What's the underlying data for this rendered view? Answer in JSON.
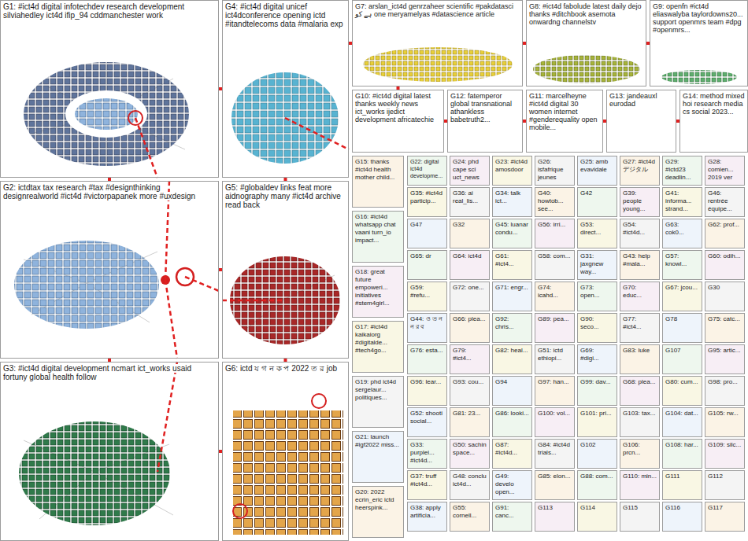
{
  "diagram": {
    "nodes": [
      {
        "text": [
          "G1: #ict4d digital infotechdev research development silviahedley ict4d ifip_94 cddmanchester work"
        ]
      },
      {
        "text": [
          "G2: ictdtax tax research #tax #designthinking designrealworld #ict4d #victorpapanek more #uxdesign"
        ]
      },
      {
        "text": [
          "G3: #ict4d digital development ncmart ict_works usaid fortuny global health follow"
        ]
      },
      {
        "text": [
          "G4: #ict4d digital unicef ict4dconference opening ictd #itandtelecoms data #malaria exp"
        ]
      },
      {
        "text": [
          "G5: #globaldev links feat more aidnography many #ict4d archive read back"
        ]
      },
      {
        "text": [
          "G6: ictd য গ ন ক প 2022 ত র job"
        ]
      },
      {
        "text": [
          "G7: arslan_ict4d genrzaheer scientific #pakdatasci ہے کو one meryamelyas #datascience article"
        ]
      },
      {
        "text": [
          "G8: #ict4d fabolude latest daily dejo thanks #ditchbook asemota onwardng channelstv"
        ]
      },
      {
        "text": [
          "G9: openfn #ict4d eliaswalyba taylordowns20... support openmrs team #dpg #openmrs..."
        ]
      },
      {
        "text": [
          "G10: #ict4d digital latest thanks weekly news ict_works ijedict development africatechie"
        ]
      },
      {
        "text": [
          "G12: fatemperor global transnational athankless babetruth2..."
        ]
      },
      {
        "text": [
          "G11: marcelheyne #ict4d digital 30 women internet #genderequality open mobile..."
        ]
      },
      {
        "text": [
          "G13: jandeauxl eurodad"
        ]
      },
      {
        "text": [
          "G14: method mixed hoi research media cs social 2023..."
        ]
      },
      {
        "text": [
          "G15: thanks #ict4d health mother child..."
        ]
      },
      {
        "text": [
          "G16: #ict4d whatsapp chat vaani turn_io impact..."
        ]
      },
      {
        "text": [
          "G18: great future empoweri... initiatives #stem4girl..."
        ]
      },
      {
        "text": [
          "G17: #ict4d kaikaiorg #digitalde... #tech4go..."
        ]
      },
      {
        "text": [
          "G19: phd ict4d sergelaur... politiques..."
        ]
      },
      {
        "text": [
          "G21: launch #igf2022 miss..."
        ]
      },
      {
        "text": [
          "G20: 2022 ecrin_eric ictd heerspink..."
        ]
      },
      {
        "text": [
          "G22: digital ict4d developme..."
        ]
      },
      {
        "text": [
          "G24: phd cape sci uct_news"
        ]
      },
      {
        "text": [
          "G23: #ict4d amosdoor"
        ]
      },
      {
        "text": [
          "G26: isfafrique jeunes"
        ]
      },
      {
        "text": [
          "G25: amb evavidale"
        ]
      },
      {
        "text": [
          "G27: #ict4d デジタル"
        ]
      },
      {
        "text": [
          "G29: #ictd23 deadlin..."
        ]
      },
      {
        "text": [
          "G28: comien... 2019 ver"
        ]
      },
      {
        "text": [
          "G35: #ict4d particip..."
        ]
      },
      {
        "text": [
          "G36: ai real_lis..."
        ]
      },
      {
        "text": [
          "G34: talk ict..."
        ]
      },
      {
        "text": [
          "G40: howtob... see..."
        ]
      },
      {
        "text": [
          "G42"
        ]
      },
      {
        "text": [
          "G39: people young..."
        ]
      },
      {
        "text": [
          "G41: informa... strand..."
        ]
      },
      {
        "text": [
          "G46: rentrée équipe..."
        ]
      },
      {
        "text": [
          "G47"
        ]
      },
      {
        "text": [
          "G32"
        ]
      },
      {
        "text": [
          "G45: luanar condu..."
        ]
      },
      {
        "text": [
          "G56: irri..."
        ]
      },
      {
        "text": [
          "G53: direct..."
        ]
      },
      {
        "text": [
          "G54: #ict4d..."
        ]
      },
      {
        "text": [
          "G63: cok0..."
        ]
      },
      {
        "text": [
          "G62: prof..."
        ]
      },
      {
        "text": [
          "G65: dr"
        ]
      },
      {
        "text": [
          "G64: ict4d"
        ]
      },
      {
        "text": [
          "G61: #ict4..."
        ]
      },
      {
        "text": [
          "G58: com..."
        ]
      },
      {
        "text": [
          "G31: jaxgnew way..."
        ]
      },
      {
        "text": [
          "G43: help #mala..."
        ]
      },
      {
        "text": [
          "G57: knowl..."
        ]
      },
      {
        "text": [
          "G60: odih..."
        ]
      },
      {
        "text": [
          "G59: #refu..."
        ]
      },
      {
        "text": [
          "G72: one..."
        ]
      },
      {
        "text": [
          "G71: engr..."
        ]
      },
      {
        "text": [
          "G74: icahd..."
        ]
      },
      {
        "text": [
          "G73: open..."
        ]
      },
      {
        "text": [
          "G70: educ..."
        ]
      },
      {
        "text": [
          "G67: jcou..."
        ]
      },
      {
        "text": [
          "G30"
        ]
      },
      {
        "text": [
          "G44: ও ত ন ন র ব"
        ]
      },
      {
        "text": [
          "G66: plea..."
        ]
      },
      {
        "text": [
          "G92: chris..."
        ]
      },
      {
        "text": [
          "G89: pea..."
        ]
      },
      {
        "text": [
          "G90: seco..."
        ]
      },
      {
        "text": [
          "G77: #ict4..."
        ]
      },
      {
        "text": [
          "G78"
        ]
      },
      {
        "text": [
          "G75: catc..."
        ]
      },
      {
        "text": [
          "G76: esta..."
        ]
      },
      {
        "text": [
          "G79: #ict4..."
        ]
      },
      {
        "text": [
          "G82: heal..."
        ]
      },
      {
        "text": [
          "G51: ictd ethiopi..."
        ]
      },
      {
        "text": [
          "G69: #digi..."
        ]
      },
      {
        "text": [
          "G83: luke"
        ]
      },
      {
        "text": [
          "G107"
        ]
      },
      {
        "text": [
          "G95: artic..."
        ]
      },
      {
        "text": [
          "G96: lear..."
        ]
      },
      {
        "text": [
          "G93: cou..."
        ]
      },
      {
        "text": [
          "G94"
        ]
      },
      {
        "text": [
          "G97: han..."
        ]
      },
      {
        "text": [
          "G99: dav..."
        ]
      },
      {
        "text": [
          "G68: plea..."
        ]
      },
      {
        "text": [
          "G80: cum..."
        ]
      },
      {
        "text": [
          "G98: pro..."
        ]
      },
      {
        "text": [
          "G52: shooti social..."
        ]
      },
      {
        "text": [
          "G81: 23..."
        ]
      },
      {
        "text": [
          "G86: looki..."
        ]
      },
      {
        "text": [
          "G100: vol..."
        ]
      },
      {
        "text": [
          "G101: pri..."
        ]
      },
      {
        "text": [
          "G103: tax..."
        ]
      },
      {
        "text": [
          "G104: dat..."
        ]
      },
      {
        "text": [
          "G105: rw..."
        ]
      },
      {
        "text": [
          "G33: purplei... #ict4d..."
        ]
      },
      {
        "text": [
          "G50: sachin space..."
        ]
      },
      {
        "text": [
          "G87: #ict4d..."
        ]
      },
      {
        "text": [
          "G84: #ict4d trials..."
        ]
      },
      {
        "text": [
          "G102"
        ]
      },
      {
        "text": [
          "G106: prcn..."
        ]
      },
      {
        "text": [
          "G108: har..."
        ]
      },
      {
        "text": [
          "G109: silc..."
        ]
      },
      {
        "text": [
          "G37: truff #ict4d..."
        ]
      },
      {
        "text": [
          "G48: conclu ict4d..."
        ]
      },
      {
        "text": [
          "G49: develo open..."
        ]
      },
      {
        "text": [
          "G85: elon..."
        ]
      },
      {
        "text": [
          "G88: com..."
        ]
      },
      {
        "text": [
          "G110: min..."
        ]
      },
      {
        "text": [
          "G111"
        ]
      },
      {
        "text": [
          "G112"
        ]
      },
      {
        "text": [
          "G38: apply artificia..."
        ]
      },
      {
        "text": [
          "G55: cornell..."
        ]
      },
      {
        "text": [
          "G91: canc..."
        ]
      },
      {
        "text": [
          "G113"
        ]
      },
      {
        "text": [
          "G114"
        ]
      },
      {
        "text": [
          "G115"
        ]
      },
      {
        "text": [
          "G116"
        ]
      },
      {
        "text": [
          "G117"
        ]
      }
    ],
    "edges": [
      {
        "from": 0,
        "to": 1,
        "arrow": "none"
      },
      {
        "from": 1,
        "to": 2,
        "arrow": "none"
      },
      {
        "from": 0,
        "to": 3,
        "arrow": "none"
      },
      {
        "from": 1,
        "to": 4,
        "arrow": "none"
      },
      {
        "from": 2,
        "to": 5,
        "arrow": "none"
      },
      {
        "from": 3,
        "to": 4,
        "arrow": "none"
      },
      {
        "from": 4,
        "to": 5,
        "arrow": "none"
      },
      {
        "from": 3,
        "to": 6,
        "arrow": "none"
      },
      {
        "from": 6,
        "to": 7,
        "arrow": "none"
      },
      {
        "from": 7,
        "to": 8,
        "arrow": "none"
      },
      {
        "from": 6,
        "to": 9,
        "arrow": "none"
      },
      {
        "from": 9,
        "to": 10,
        "arrow": "none"
      },
      {
        "from": 10,
        "to": 11,
        "arrow": "none"
      },
      {
        "from": 11,
        "to": 12,
        "arrow": "none"
      },
      {
        "from": 12,
        "to": 13,
        "arrow": "none"
      }
    ]
  }
}
